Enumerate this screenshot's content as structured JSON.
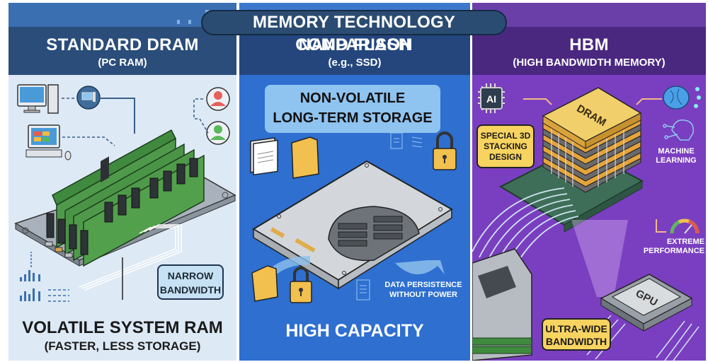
{
  "title": "MEMORY TECHNOLOGY COMPARISON",
  "panels": {
    "dram": {
      "title": "STANDARD DRAM",
      "subtitle": "(PC RAM)",
      "callout": "NARROW\nBANDWIDTH",
      "callout_line1": "NARROW",
      "callout_line2": "BANDWIDTH",
      "bottom_title": "VOLATILE SYSTEM RAM",
      "bottom_subtitle": "(FASTER, LESS STORAGE)",
      "colors": {
        "header": "#2a4d7a",
        "body": "#dde9f5",
        "module": "#3f8a3e"
      },
      "icons": [
        "desktop-computer-icon",
        "network-computer-icon",
        "laptop-icon",
        "user-red-icon",
        "user-green-icon",
        "bar-chart-icon",
        "ram-module-icon"
      ]
    },
    "nand": {
      "title": "NAND FLASH",
      "subtitle": "(e.g., SSD)",
      "banner_line1": "NON-VOLATILE",
      "banner_line2": "LONG-TERM STORAGE",
      "note_line1": "DATA PERSISTENCE",
      "note_line2": "WITHOUT POWER",
      "bottom_title": "HIGH CAPACITY",
      "colors": {
        "header": "#24467d",
        "body": "#2e6fd0",
        "banner": "#8fc3f0"
      },
      "icons": [
        "documents-icon",
        "folder-icon",
        "padlock-icon",
        "ssd-drive-icon",
        "file-icon"
      ]
    },
    "hbm": {
      "title": "HBM",
      "subtitle": "(HIGH BANDWIDTH MEMORY)",
      "chip_label": "DRAM",
      "ai_label": "AI",
      "callout_line1": "SPECIAL 3D",
      "callout_line2": "STACKING",
      "callout_line3": "DESIGN",
      "ml_line1": "MACHINE",
      "ml_line2": "LEARNING",
      "perf_line1": "EXTREME",
      "perf_line2": "PERFORMANCE",
      "gpu_label": "GPU",
      "bandwidth_line1": "ULTRA-WIDE",
      "bandwidth_line2": "BANDWIDTH",
      "colors": {
        "header": "#4a2880",
        "body": "#7a3fc0",
        "callout": "#f7d360"
      },
      "icons": [
        "ai-chip-icon",
        "brain-icon",
        "ml-head-icon",
        "speedometer-icon",
        "gpu-chip-icon",
        "stacked-dram-icon"
      ]
    }
  }
}
